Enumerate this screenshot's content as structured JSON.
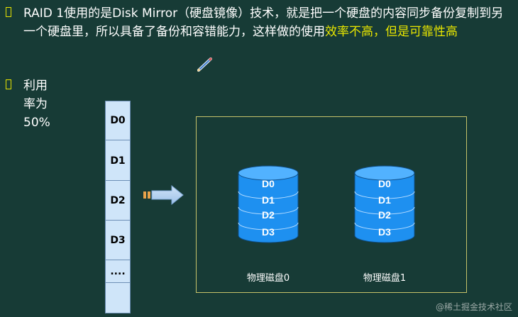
{
  "content": {
    "bullet1": {
      "text_main": "RAID 1使用的是Disk Mirror（硬盘镜像）技术，就是把一个硬盘的内容同步备份复制到另一个硬盘里，所以具备了备份和容错能力，这样做的使用",
      "text_highlight": "效率不高，但是可靠性高"
    },
    "bullet2": {
      "text": "利用率为50%"
    }
  },
  "stripe": {
    "blocks": [
      "D0",
      "D1",
      "D2",
      "D3",
      "...."
    ]
  },
  "disks": [
    {
      "label": "物理磁盘0",
      "blocks": [
        "D0",
        "D1",
        "D2",
        "D3"
      ]
    },
    {
      "label": "物理磁盘1",
      "blocks": [
        "D0",
        "D1",
        "D2",
        "D3"
      ]
    }
  ],
  "watermark": "@稀土掘金技术社区",
  "colors": {
    "background": "#173b36",
    "highlight": "#e8e600",
    "bullet_border": "#e9e400",
    "disk_blue": "#1e90f0",
    "stripe_fill": "#cfe5f9",
    "box_border": "#c6c26a"
  },
  "icons": {
    "pencil": "pencil-icon",
    "arrow": "right-arrow-icon"
  }
}
